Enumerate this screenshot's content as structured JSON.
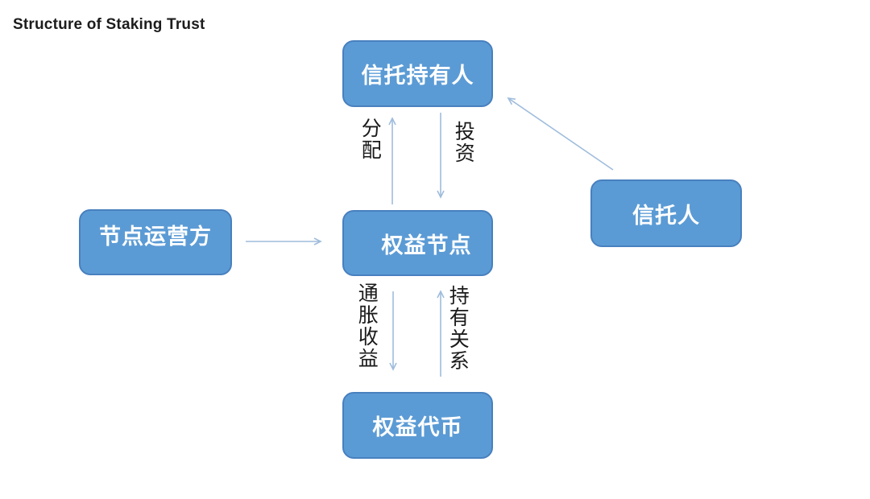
{
  "title": "Structure of Staking Trust",
  "diagram": {
    "nodes": [
      {
        "id": "trust-holder",
        "label": "信托持有人"
      },
      {
        "id": "node-operator",
        "label": "节点运营方"
      },
      {
        "id": "staking-node",
        "label": "权益节点"
      },
      {
        "id": "trustee",
        "label": "信托人"
      },
      {
        "id": "staking-token",
        "label": "权益代币"
      }
    ],
    "edges": [
      {
        "label": "分配",
        "from": "staking-node",
        "to": "trust-holder",
        "direction": "up"
      },
      {
        "label": "投资",
        "from": "trust-holder",
        "to": "staking-node",
        "direction": "down"
      },
      {
        "label": "通胀收益",
        "from": "staking-node",
        "to": "staking-token",
        "direction": "down"
      },
      {
        "label": "持有关系",
        "from": "staking-token",
        "to": "staking-node",
        "direction": "up"
      },
      {
        "label": "",
        "from": "node-operator",
        "to": "staking-node",
        "direction": "right"
      },
      {
        "label": "",
        "from": "trustee",
        "to": "trust-holder",
        "direction": "up-left"
      }
    ],
    "colors": {
      "node_fill": "#5b9bd5",
      "node_border": "#4880bf",
      "node_text": "#ffffff",
      "arrow": "#9fbcdc",
      "label_text": "#1a1a1a"
    }
  }
}
